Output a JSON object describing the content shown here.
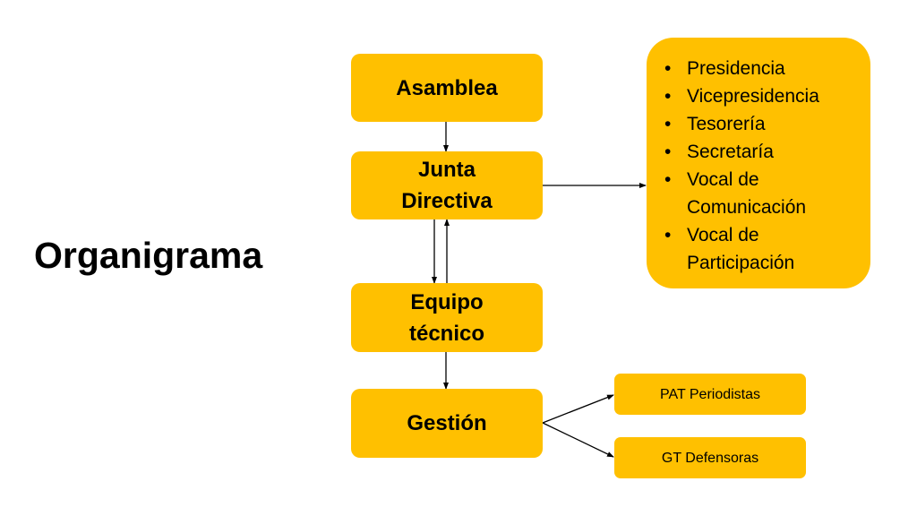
{
  "title": "Organigrama",
  "colors": {
    "box_fill": "#FFC000",
    "text": "#000000",
    "arrow": "#000000",
    "background": "#FFFFFF"
  },
  "nodes": {
    "asamblea": {
      "label": "Asamblea"
    },
    "junta": {
      "line1": "Junta",
      "line2": "Directiva"
    },
    "equipo": {
      "line1": "Equipo",
      "line2": "técnico"
    },
    "gestion": {
      "label": "Gestión"
    },
    "pat": {
      "label": "PAT Periodistas"
    },
    "gt": {
      "label": "GT Defensoras"
    }
  },
  "junta_roles": {
    "bullet": "•",
    "items": [
      {
        "label": "Presidencia"
      },
      {
        "label": "Vicepresidencia"
      },
      {
        "label": "Tesorería"
      },
      {
        "label": "Secretaría"
      },
      {
        "label": "Vocal de Comunicación"
      },
      {
        "label": "Vocal de Participación"
      }
    ]
  },
  "edges": [
    {
      "from": "Asamblea",
      "to": "Junta Directiva"
    },
    {
      "from": "Junta Directiva",
      "to": "Junta roles list"
    },
    {
      "from": "Junta Directiva",
      "to": "Equipo técnico"
    },
    {
      "from": "Equipo técnico",
      "to": "Junta Directiva"
    },
    {
      "from": "Equipo técnico",
      "to": "Gestión"
    },
    {
      "from": "Gestión",
      "to": "PAT Periodistas"
    },
    {
      "from": "Gestión",
      "to": "GT Defensoras"
    }
  ]
}
